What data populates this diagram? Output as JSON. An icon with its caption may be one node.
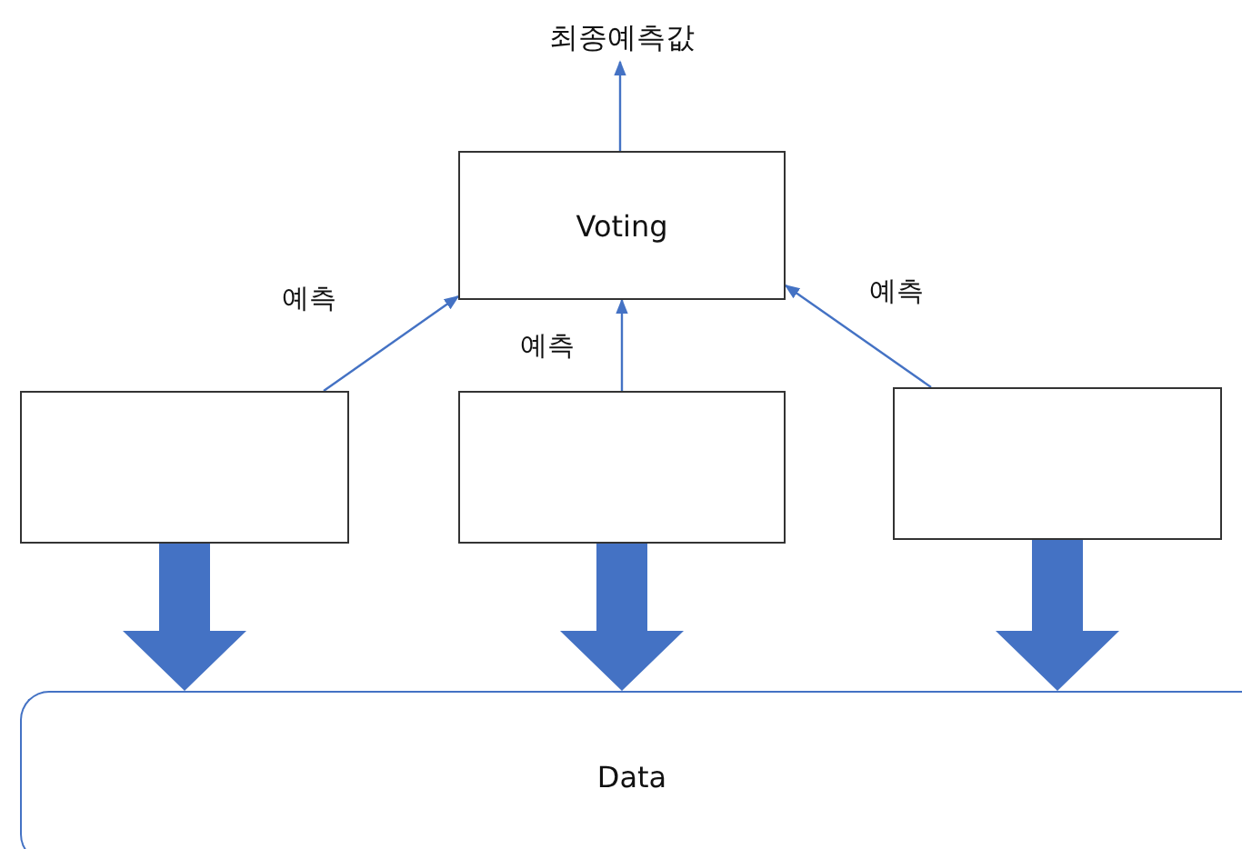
{
  "diagram": {
    "nodes": [
      {
        "text": [
          "최종예측값"
        ]
      },
      {
        "text": [
          "Voting"
        ]
      },
      {
        "text": [],
        "shape": "box"
      },
      {
        "text": [],
        "shape": "box"
      },
      {
        "text": [],
        "shape": "box"
      },
      {
        "text": [
          "Data"
        ]
      }
    ],
    "edges": [
      {
        "from": 1,
        "to": 0,
        "arrow": "to"
      },
      {
        "from": 2,
        "to": 1,
        "arrow": "to",
        "label": "예측"
      },
      {
        "from": 3,
        "to": 1,
        "arrow": "to",
        "label": "예측"
      },
      {
        "from": 4,
        "to": 1,
        "arrow": "to",
        "label": "예측"
      },
      {
        "from": 2,
        "to": 5,
        "arrow": "to",
        "style": "thick"
      },
      {
        "from": 3,
        "to": 5,
        "arrow": "to",
        "style": "thick"
      },
      {
        "from": 4,
        "to": 5,
        "arrow": "to",
        "style": "thick"
      }
    ]
  }
}
